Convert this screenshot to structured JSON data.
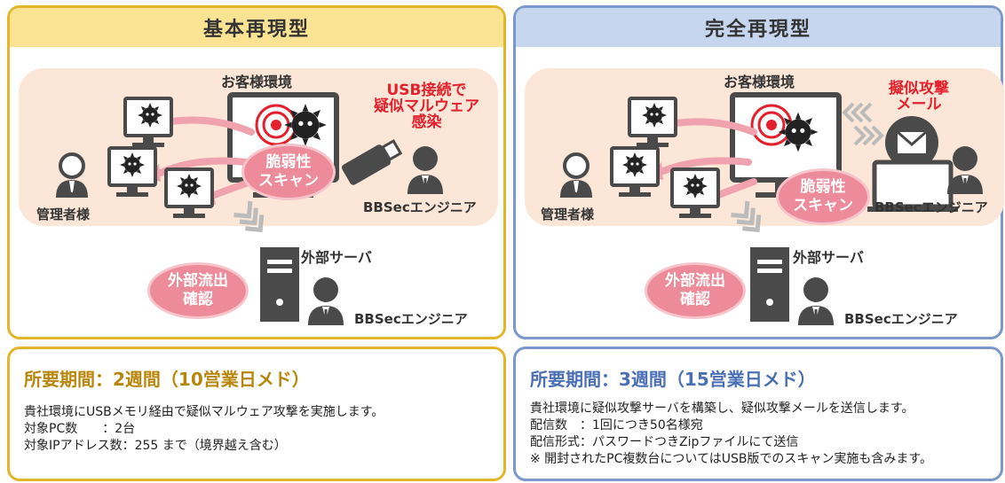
{
  "left": {
    "header": "基本再現型",
    "env_label": "お客様環境",
    "infection_label": [
      "USB接続で",
      "疑似マルウェア",
      "感染"
    ],
    "scan_bubble": [
      "脆弱性",
      "スキャン"
    ],
    "admin_label": "管理者様",
    "engineer_label": "BBSecエンジニア",
    "server_label": "外部サーバ",
    "outflow_bubble": [
      "外部流出",
      "確認"
    ],
    "server_engineer_label": "BBSecエンジニア",
    "duration": "所要期間：2週間（10営業日メド）",
    "description": [
      "貴社環境にUSBメモリ経由で疑似マルウェア攻撃を実施します。",
      "対象PC数　　：2台",
      "対象IPアドレス数：255 まで（境界越え含む）"
    ]
  },
  "right": {
    "header": "完全再現型",
    "env_label": "お客様環境",
    "attack_label": [
      "擬似攻撃",
      "メール"
    ],
    "scan_bubble": [
      "脆弱性",
      "スキャン"
    ],
    "admin_label": "管理者様",
    "engineer_label": "BBSecエンジニア",
    "server_label": "外部サーバ",
    "outflow_bubble": [
      "外部流出",
      "確認"
    ],
    "server_engineer_label": "BBSecエンジニア",
    "duration": "所要期間：3週間（15営業日メド）",
    "description": [
      "貴社環境に疑似攻撃サーバを構築し、疑似攻撃メールを送信します。",
      "配信数　：1回につき50名様宛",
      "配信形式：パスワードつきZipファイルにて送信",
      "※ 開封されたPC複数台についてはUSB版でのスキャン実施も含みます。"
    ]
  },
  "colors": {
    "gold": "#e3b52a",
    "blue": "#7c97c9",
    "bubble_pink": "#ee8b9a",
    "alert_red": "#e3202b"
  }
}
